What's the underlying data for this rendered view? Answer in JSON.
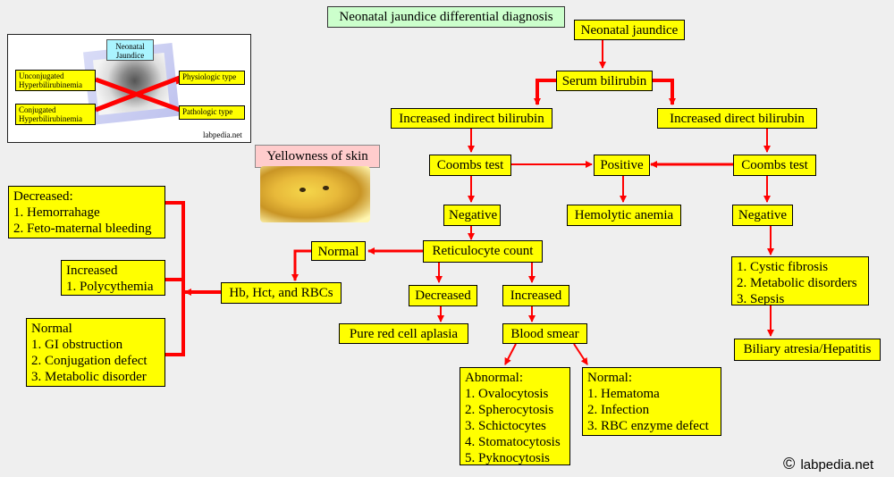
{
  "title": "Neonatal jaundice differential diagnosis",
  "inset": {
    "neonatal_jaundice": "Neonatal Jaundice",
    "unconjugated": "Unconjugated Hyperbilirubinemia",
    "conjugated": "Conjugated Hyperbilirubinemia",
    "physiologic": "Physiologic type",
    "pathologic": "Pathologic type",
    "credit": "labpedia.net"
  },
  "yellowness_label": "Yellowness of skin",
  "nodes": {
    "neonatal_jaundice": "Neonatal jaundice",
    "serum_bilirubin": "Serum bilirubin",
    "increased_indirect": "Increased indirect bilirubin",
    "increased_direct": "Increased direct bilirubin",
    "coombs_left": "Coombs test",
    "positive": "Positive",
    "coombs_right": "Coombs test",
    "negative_left": "Negative",
    "hemolytic_anemia": "Hemolytic anemia",
    "negative_right": "Negative",
    "reticulocyte_count": "Reticulocyte count",
    "normal_retic": "Normal",
    "hb_hct_rbc": "Hb, Hct, and RBCs",
    "decreased_retic": "Decreased",
    "increased_retic": "Increased",
    "pure_red_cell": "Pure red cell aplasia",
    "blood_smear": "Blood smear",
    "biliary": "Biliary atresia/Hepatitis"
  },
  "lists": {
    "decreased_hb": [
      "Decreased:",
      "1. Hemorrahage",
      "2. Feto-maternal bleeding"
    ],
    "increased_hb": [
      "Increased",
      "1. Polycythemia"
    ],
    "normal_hb": [
      "Normal",
      "1. GI obstruction",
      "2. Conjugation defect",
      "3. Metabolic disorder"
    ],
    "direct_causes": [
      "1. Cystic fibrosis",
      "2. Metabolic disorders",
      "3. Sepsis"
    ],
    "abnormal_smear": [
      "Abnormal:",
      "1. Ovalocytosis",
      "2. Spherocytosis",
      "3. Schictocytes",
      "4. Stomatocytosis",
      "5. Pyknocytosis"
    ],
    "normal_smear": [
      "Normal:",
      "1. Hematoma",
      "2. Infection",
      "3. RBC enzyme defect"
    ]
  },
  "footer": {
    "symbol": "©",
    "text": "labpedia.net"
  },
  "colors": {
    "box": "#ffff00",
    "arrow": "#ff0000",
    "title_bg": "#ccffcc",
    "bubble_bg": "#ffcccc"
  }
}
